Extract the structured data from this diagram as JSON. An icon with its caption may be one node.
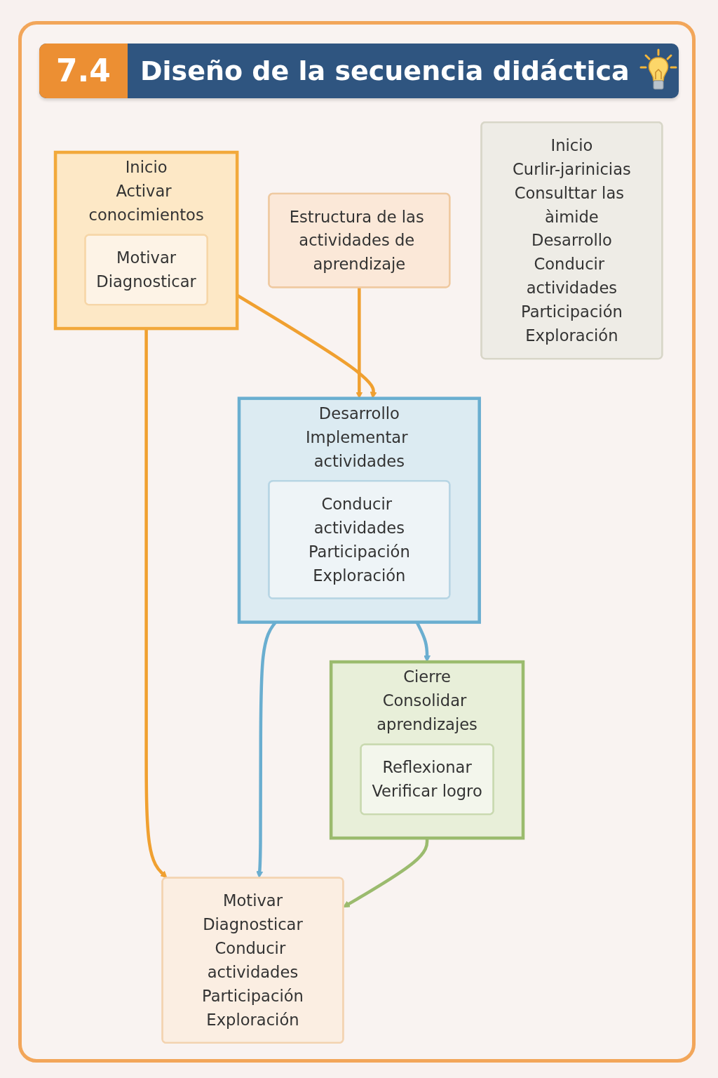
{
  "diagram": {
    "title": "Diseño de la secuencia didáctica",
    "nodes": [
      {
        "text": [
          "Estructura de las actividades de aprendizaje"
        ]
      },
      {
        "text": [
          "Inicio",
          "Activar conocimientos"
        ]
      },
      {
        "text": [
          "Motivar",
          "Diagnosticar"
        ],
        "in": 1
      },
      {
        "text": [
          "Desarrollo",
          "Implementar actividades"
        ]
      },
      {
        "text": [
          "Conducir actividades",
          "Participación",
          "Exploración"
        ],
        "in": 3
      },
      {
        "text": [
          "Cierre",
          "Consolidar aprendizajes"
        ]
      },
      {
        "text": [
          "Reflexionar",
          "Verificar logro"
        ],
        "in": 5
      },
      {
        "text": [
          "Motivar",
          "Diagnosticar",
          "Conducir actividades",
          "Participación",
          "Exploración"
        ]
      },
      {
        "text": [
          "Inicio",
          "Curlir-jarinicias",
          "Consulttar las àimide",
          "Desarrollo",
          "Conducir actividades",
          "Participación",
          "Exploración"
        ]
      }
    ],
    "edges": [
      {
        "from": 0,
        "to": 3,
        "arrow": "to"
      },
      {
        "from": 1,
        "to": 3,
        "arrow": "to"
      },
      {
        "from": 3,
        "to": 5,
        "arrow": "to",
        "color": "#6aaed0"
      },
      {
        "from": 1,
        "to": 7,
        "arrow": "to"
      },
      {
        "from": 3,
        "to": 7,
        "arrow": "to",
        "color": "#6aaed0"
      },
      {
        "from": 5,
        "to": 7,
        "arrow": "to",
        "color": "#9bbb6e"
      }
    ],
    "labels": [
      "7.4"
    ]
  }
}
